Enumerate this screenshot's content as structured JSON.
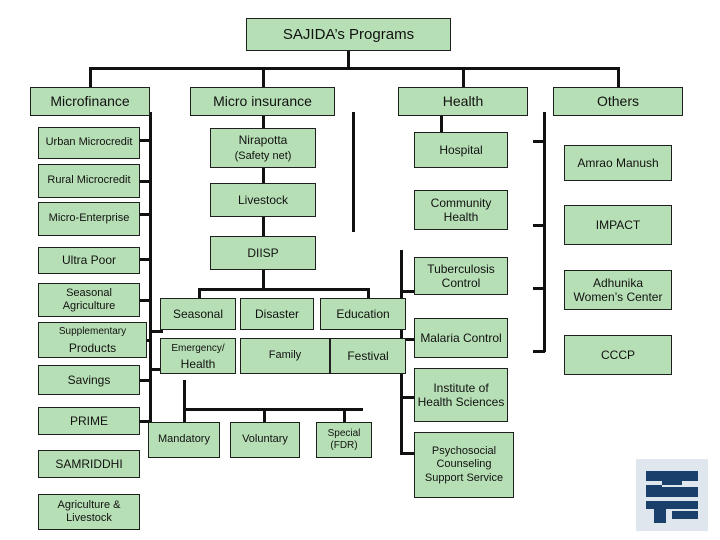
{
  "title": "SAJIDA’s Programs",
  "columns": {
    "microfinance": {
      "header": "Microfinance",
      "items": [
        "Urban Microcredit",
        "Rural Microcredit",
        "Micro-Enterprise",
        "Ultra Poor",
        "Seasonal Agriculture",
        "Supplementary",
        "Products",
        "Savings",
        "PRIME",
        "SAMRIDDHI",
        "Agriculture & Livestock"
      ]
    },
    "micro_insurance": {
      "header": "Micro insurance",
      "items": [
        "Nirapotta",
        "(Safety net)",
        "Livestock",
        "DIISP"
      ],
      "diisp": {
        "row1": [
          "Seasonal",
          "Disaster",
          "Education"
        ],
        "row2": [
          "Emergency/",
          "Health",
          "Family",
          "Festival"
        ]
      },
      "savings_group": [
        "Mandatory",
        "Voluntary",
        "Special (FDR)"
      ]
    },
    "health": {
      "header": "Health",
      "items": [
        "Hospital",
        "Community Health",
        "Tuberculosis Control",
        "Malaria Control",
        "Institute of Health Sciences",
        "Psychosocial Counseling Support Service"
      ]
    },
    "others": {
      "header": "Others",
      "items": [
        "Amrao Manush",
        "IMPACT",
        "Adhunika Women’s Center",
        "CCCP"
      ]
    }
  },
  "colors": {
    "box_fill": "#b7dfb5",
    "border": "#1f1f1f",
    "logo": "#1b3f6b"
  },
  "icons": {
    "logo": "sajida-logo-icon"
  }
}
